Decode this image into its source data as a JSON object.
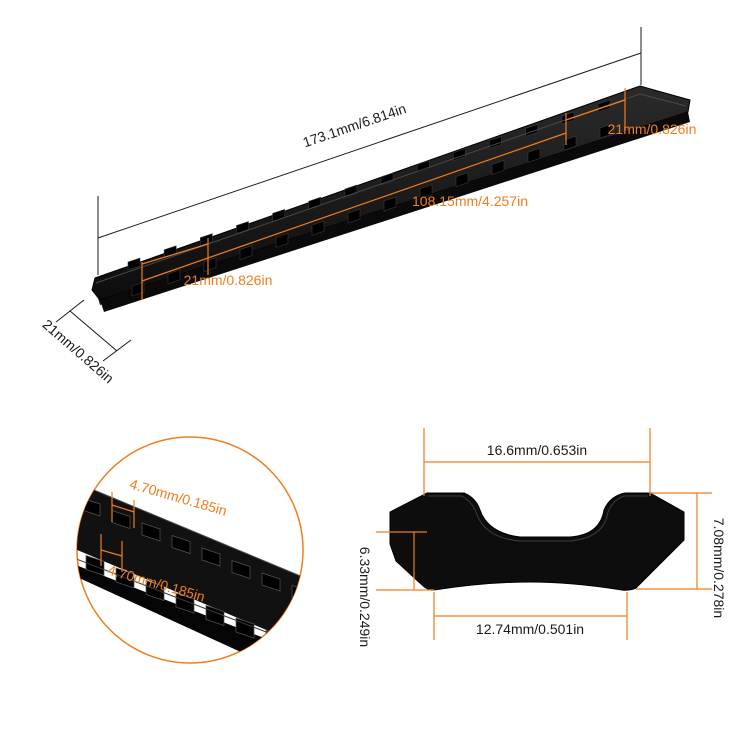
{
  "rail_view": {
    "overall_length": "173.1mm/6.814in",
    "slot_span": "108.15mm/4.257in",
    "end_offset_right": "21mm/0.826in",
    "end_offset_left": "21mm/0.826in",
    "rail_width": "21mm/0.826in"
  },
  "detail_view": {
    "slot_width_top": "4.70mm/0.185in",
    "slot_width_bottom": "4.70mm/0.185in"
  },
  "profile_view": {
    "top_width": "16.6mm/0.653in",
    "bottom_width": "12.74mm/0.501in",
    "overall_height": "7.08mm/0.278in",
    "inner_height": "6.33mm/0.249in"
  },
  "colors": {
    "accent": "#f07d1e",
    "body": "#111111",
    "dimension_line": "#1a1a1a"
  }
}
